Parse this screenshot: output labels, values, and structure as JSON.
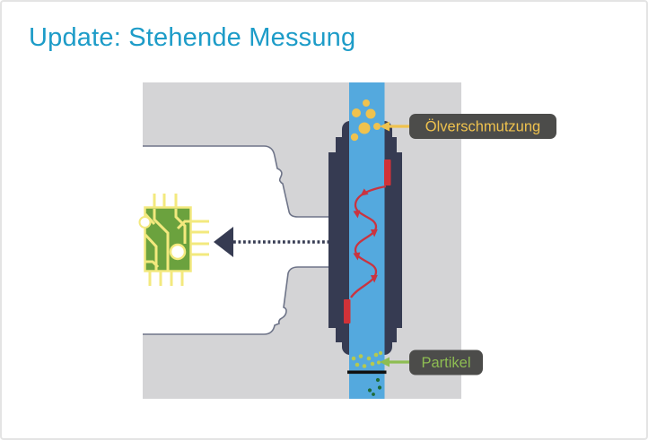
{
  "slide": {
    "title": "Update: Stehende Messung",
    "title_color": "#1d9cc8"
  },
  "diagram": {
    "annotations": {
      "oil_label": "Ölverschmutzung",
      "particle_label": "Partikel"
    },
    "colors": {
      "panel_bg": "#d4d4d6",
      "housing_white": "#ffffff",
      "housing_outline": "#6e7488",
      "fluid_channel": "#54a9de",
      "sensor_body": "#363b52",
      "oil_droplet": "#efc24e",
      "particle_green": "#8ebd52",
      "particle_dot_light": "#b6c94f",
      "particle_dot_dark": "#1d6b37",
      "signal_red": "#c93440",
      "transducer_red": "#d13238",
      "label_bg": "#4c4c4a",
      "pcb_green": "#6ba23e",
      "pcb_trace": "#f3e97e",
      "measurement_line": "#111111"
    }
  }
}
